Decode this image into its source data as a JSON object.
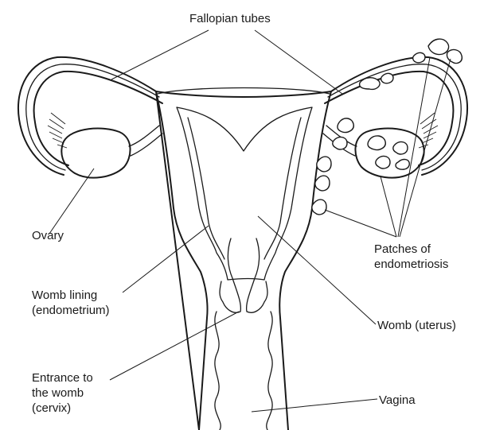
{
  "labels": {
    "fallopian_tubes": "Fallopian tubes",
    "ovary": "Ovary",
    "patches_line1": "Patches of",
    "patches_line2": "endometriosis",
    "womb_lining_line1": "Womb lining",
    "womb_lining_line2": "(endometrium)",
    "womb": "Womb (uterus)",
    "entrance_line1": "Entrance to",
    "entrance_line2": "the womb",
    "entrance_line3": "(cervix)",
    "vagina": "Vagina"
  }
}
